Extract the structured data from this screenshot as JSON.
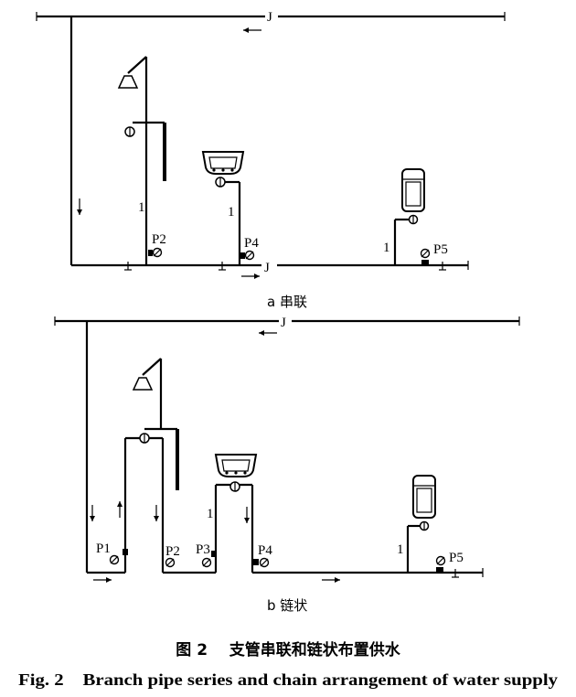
{
  "labels": {
    "main_pipe": "J",
    "branch_number": "1",
    "p1": "P1",
    "p2": "P2",
    "p3": "P3",
    "p4": "P4",
    "p5": "P5"
  },
  "subfigures": {
    "a": "a 串联",
    "b": "b 链状"
  },
  "caption": {
    "cn": "图 2    支管串联和链状布置供水",
    "en": "Fig. 2    Branch pipe series and chain arrangement of water supply"
  }
}
